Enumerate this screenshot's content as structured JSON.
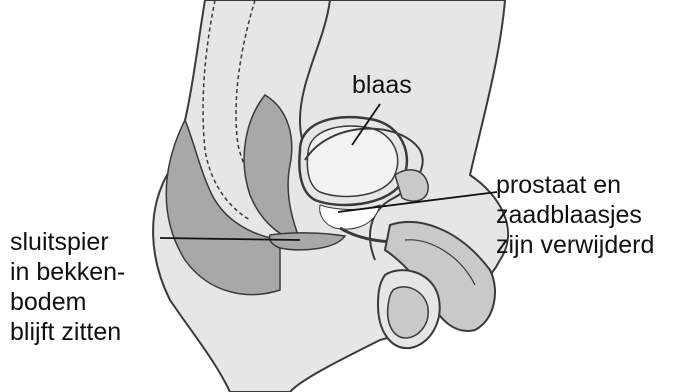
{
  "labels": {
    "blaas": {
      "lines": [
        "blaas"
      ]
    },
    "prostaat": {
      "lines": [
        "prostaat en",
        "zaadblaasjes",
        "zijn verwijderd"
      ]
    },
    "sluitspier": {
      "lines": [
        "sluitspier",
        "in bekken-",
        "bodem",
        "blijft zitten"
      ]
    }
  },
  "colors": {
    "tissue_light": "#e6e6e6",
    "tissue_mid": "#c9c9c9",
    "tissue_dark": "#a8a8a8",
    "outline": "#3a3a3a",
    "text": "#111111"
  }
}
